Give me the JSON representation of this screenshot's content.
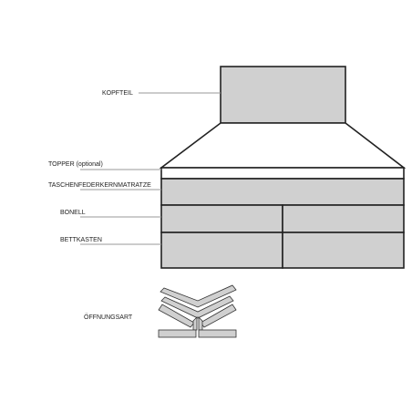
{
  "labels": {
    "headboard": "KOPFTEIL",
    "topper": "TOPPER (optional)",
    "pocket_spring_mattress": "TASCHENFEDERKERNMATRATZE",
    "bonnell": "BONELL",
    "bed_box": "BETTKASTEN",
    "opening_type": "ÖFFNUNGSART"
  },
  "colors": {
    "fill": "#d0d0d0",
    "outline": "#222222",
    "leader": "#9a9a9a"
  }
}
